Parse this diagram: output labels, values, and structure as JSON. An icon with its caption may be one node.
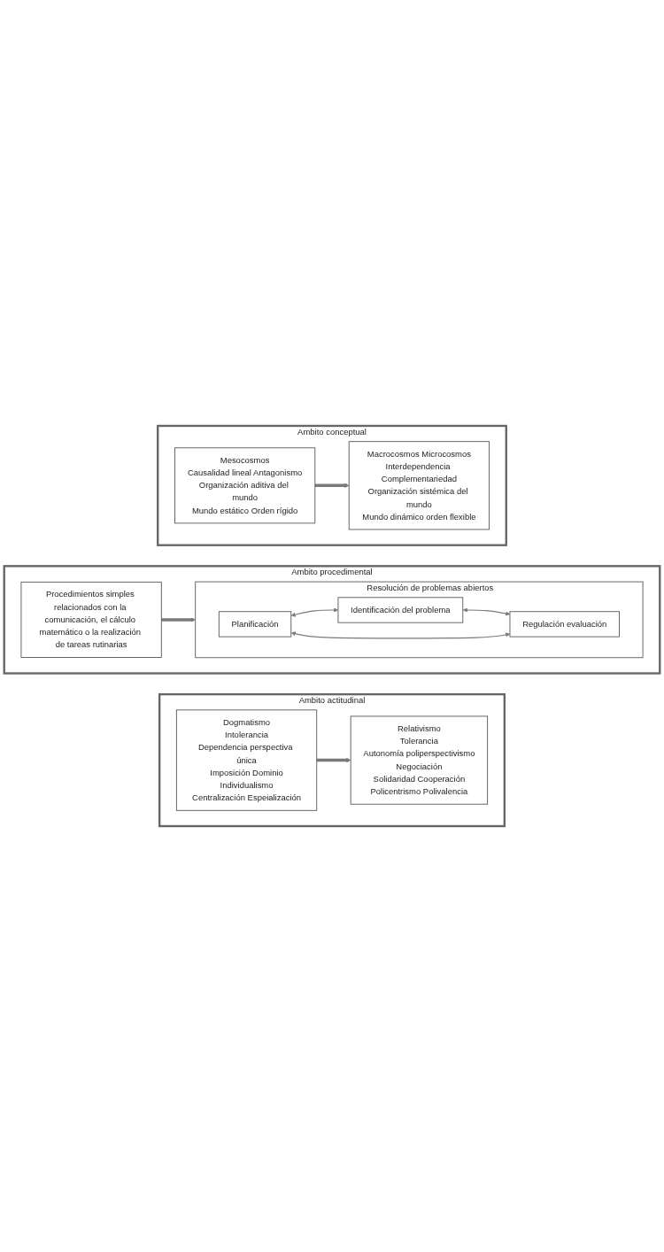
{
  "diagram": {
    "nodes": [
      {
        "text": [
          "Ambito conceptual"
        ]
      },
      {
        "text": [
          "Mesocosmos",
          "Causalidad lineal Antagonismo",
          "Organización aditiva del mundo",
          "Mundo estático Orden rígido"
        ],
        "in": 0
      },
      {
        "text": [
          "Macrocosmos Microcosmos",
          "Interdependencia Complementariedad",
          "Organización sistémica del mundo",
          "Mundo dinámico orden flexible"
        ],
        "in": 0
      },
      {
        "text": [
          "Ambito procedimental"
        ]
      },
      {
        "text": [
          "Procedimientos simples relacionados con la comunicación, el cálculo matemático o la realización de tareas rutinarias"
        ],
        "in": 3
      },
      {
        "text": [
          "Resolución de problemas abiertos"
        ],
        "in": 3
      },
      {
        "text": [
          "Identificación del problema"
        ],
        "in": 5
      },
      {
        "text": [
          "Planificación"
        ],
        "in": 5
      },
      {
        "text": [
          "Regulación evaluación"
        ],
        "in": 5
      },
      {
        "text": [
          "Ambito actitudinal"
        ]
      },
      {
        "text": [
          "Dogmatismo",
          "Intolerancia",
          "Dependencia perspectiva única",
          "Imposición Dominio",
          "Individualismo",
          "Centralización Espeialización"
        ],
        "in": 9
      },
      {
        "text": [
          "Relativismo",
          "Tolerancia",
          "Autonomía poliperspectivismo",
          "Negociación",
          "Solidaridad Cooperación",
          "Policentrismo Polivalencia"
        ],
        "in": 9
      }
    ],
    "edges": [
      {
        "from": 1,
        "to": 2,
        "arrow": "to",
        "style": "thick"
      },
      {
        "from": 4,
        "to": 5,
        "arrow": "to",
        "style": "thick"
      },
      {
        "from": 7,
        "to": 6,
        "arrow": "both"
      },
      {
        "from": 6,
        "to": 8,
        "arrow": "both"
      },
      {
        "from": 7,
        "to": 8,
        "arrow": "both"
      },
      {
        "from": 10,
        "to": 11,
        "arrow": "to",
        "style": "thick"
      }
    ]
  }
}
